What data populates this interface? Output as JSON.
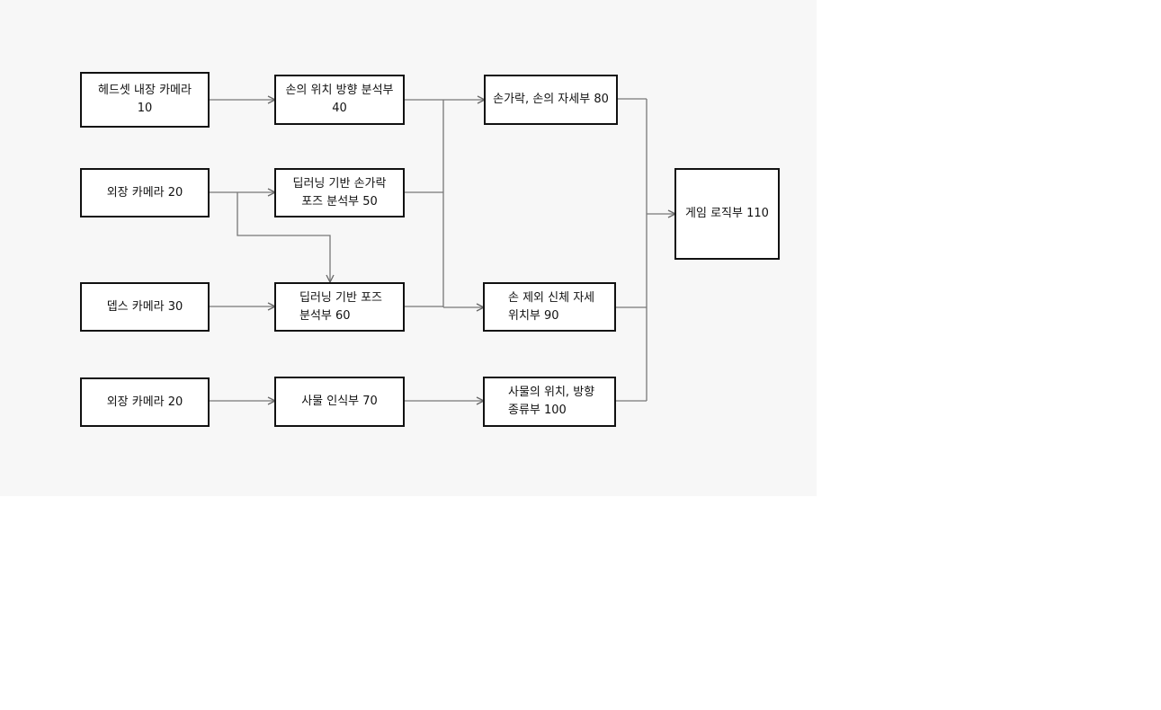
{
  "blocks": {
    "headset_camera": {
      "line1": "헤드셋 내장 카메라",
      "line2": "10"
    },
    "external_camera_a": {
      "line1": "외장 카메라 20"
    },
    "depth_camera": {
      "line1": "뎁스 카메라 30"
    },
    "external_camera_b": {
      "line1": "외장 카메라 20"
    },
    "hand_pose_analyzer": {
      "line1": "손의 위치 방향 분석부",
      "line2": "40"
    },
    "finger_pose_analyzer": {
      "line1": "딥러닝 기반 손가락",
      "line2": "포즈 분석부 50"
    },
    "body_pose_analyzer": {
      "line1": "딥러닝 기반 포즈",
      "line2": "분석부 60"
    },
    "object_recognizer": {
      "line1": "사물 인식부 70"
    },
    "finger_hand_detail": {
      "line1": "손가락, 손의 자세부 80"
    },
    "body_position": {
      "line1": "손 제외 신체 자세",
      "line2": "위치부 90"
    },
    "object_position": {
      "line1": "사물의 위치, 방향",
      "line2": "종류부 100"
    },
    "game_logic": {
      "line1": "게임 로직부 110"
    }
  },
  "colors": {
    "canvas": "#f7f7f7",
    "box_border": "#111111",
    "connector": "#777777",
    "text": "#111111"
  }
}
